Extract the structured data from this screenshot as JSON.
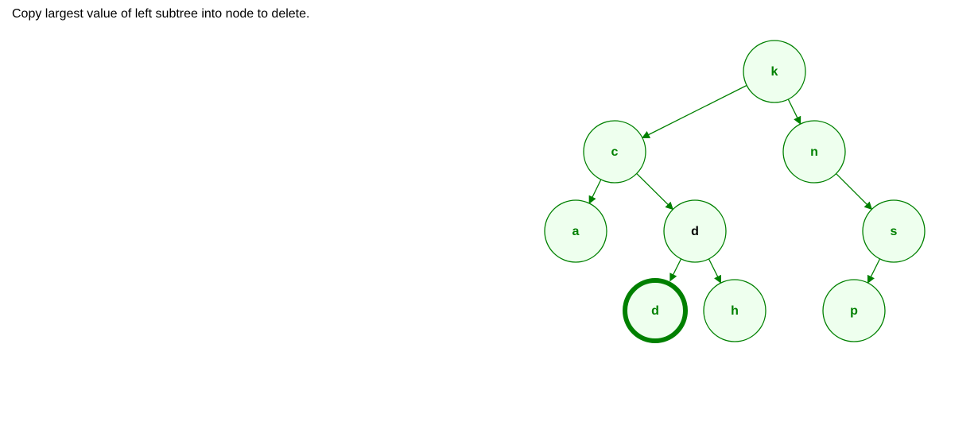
{
  "message": "Copy largest value of left subtree into node to delete.",
  "colors": {
    "node_fill": "#eeffee",
    "node_stroke": "#008000",
    "edge": "#008000",
    "label": "#008000",
    "label_active": "#000000",
    "highlight_stroke": "#008000"
  },
  "tree": {
    "nodes": [
      {
        "id": "k",
        "label": "k"
      },
      {
        "id": "c",
        "label": "c"
      },
      {
        "id": "n",
        "label": "n"
      },
      {
        "id": "a",
        "label": "a"
      },
      {
        "id": "d1",
        "label": "d",
        "active": true
      },
      {
        "id": "s",
        "label": "s"
      },
      {
        "id": "d2",
        "label": "d",
        "highlighted": true
      },
      {
        "id": "h",
        "label": "h"
      },
      {
        "id": "p",
        "label": "p"
      }
    ],
    "edges": [
      {
        "from": "k",
        "to": "c"
      },
      {
        "from": "k",
        "to": "n"
      },
      {
        "from": "c",
        "to": "a"
      },
      {
        "from": "c",
        "to": "d1"
      },
      {
        "from": "n",
        "to": "s"
      },
      {
        "from": "d1",
        "to": "d2"
      },
      {
        "from": "d1",
        "to": "h"
      },
      {
        "from": "s",
        "to": "p"
      }
    ]
  }
}
